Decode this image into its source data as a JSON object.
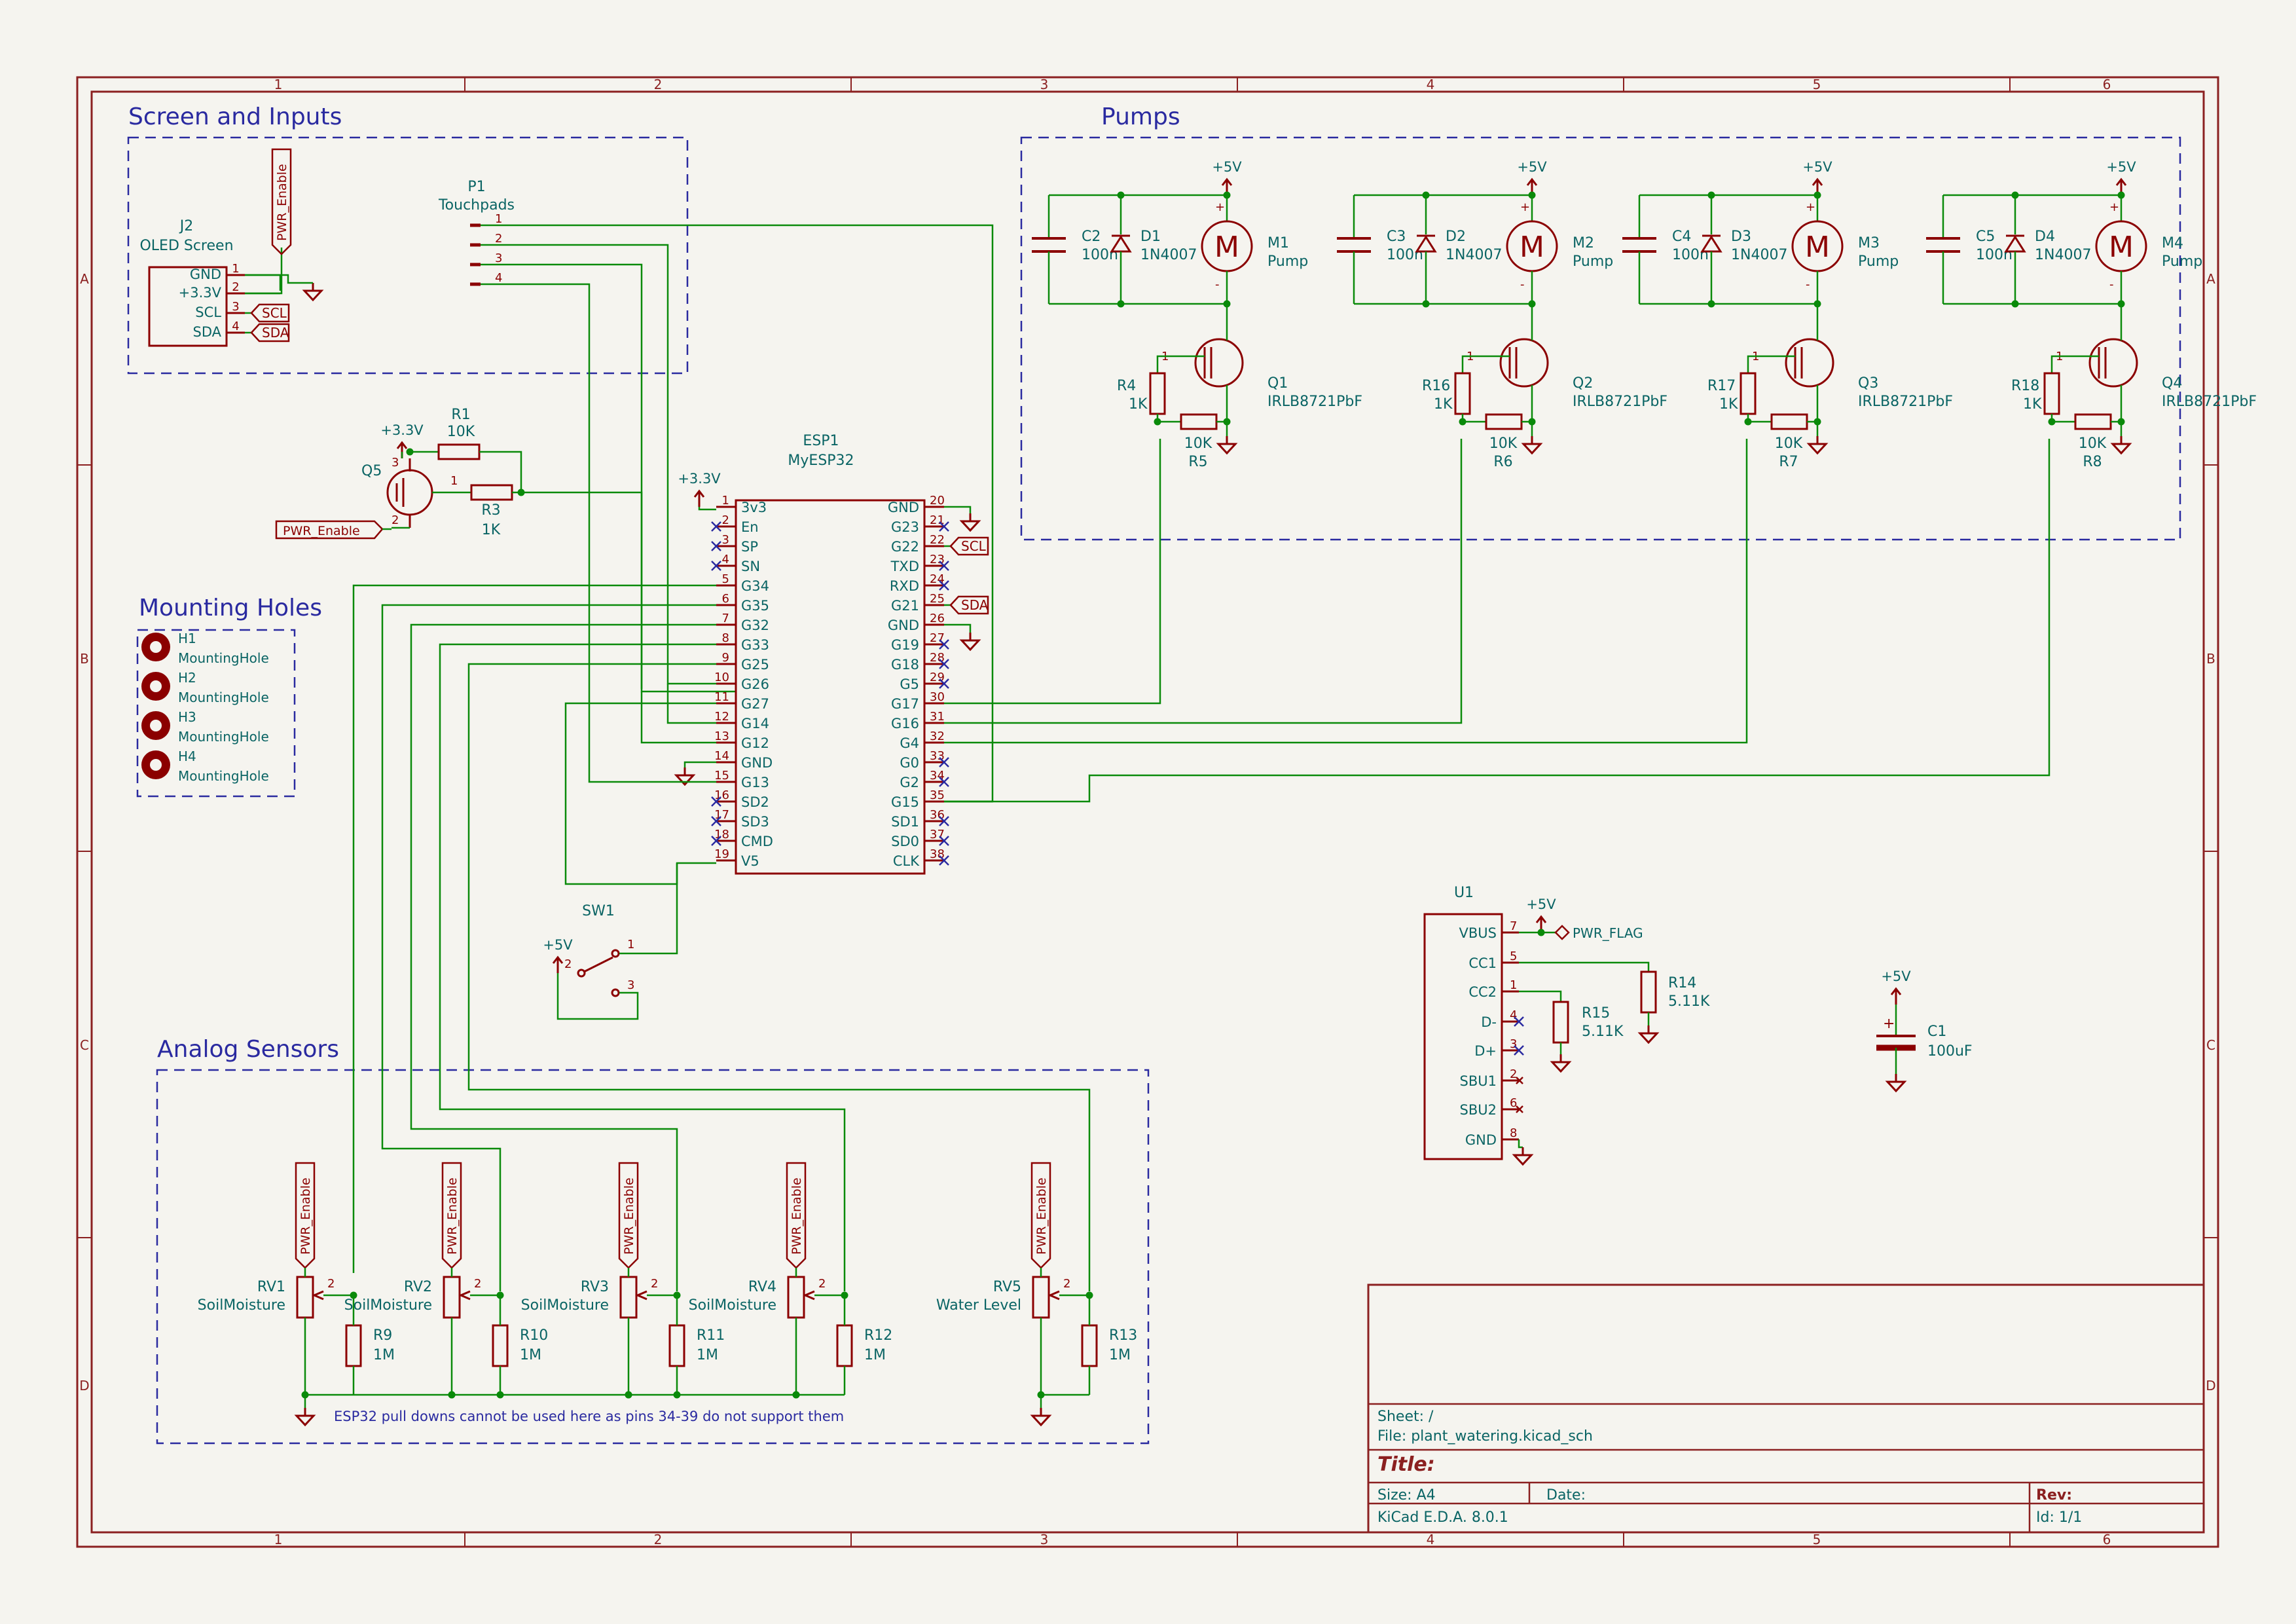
{
  "colors": {
    "background": "#f5f4ef",
    "border": "#8b2020",
    "wire": "#0a8a0a",
    "symbol": "#8b0000",
    "pin_text": "#8b0000",
    "text": "#0a6464",
    "net_label": "#8b0000",
    "group_border": "#2a2aa0",
    "no_connect": "#2a2aa0"
  },
  "frame": {
    "col_labels": [
      "1",
      "2",
      "3",
      "4",
      "5",
      "6"
    ],
    "row_labels": [
      "A",
      "B",
      "C",
      "D"
    ]
  },
  "groups": {
    "screen": "Screen and Inputs",
    "pumps": "Pumps",
    "mounting": "Mounting Holes",
    "analog": "Analog Sensors"
  },
  "notes": {
    "analog_note": "ESP32 pull downs cannot be used here as pins 34-39 do not support them"
  },
  "power": {
    "v33": "+3.3V",
    "v5": "+5V",
    "pwr_enable": "PWR_Enable",
    "pwr_flag": "PWR_FLAG"
  },
  "j2": {
    "ref": "J2",
    "value": "OLED Screen",
    "pins": [
      {
        "num": "1",
        "name": "GND"
      },
      {
        "num": "2",
        "name": "+3.3V"
      },
      {
        "num": "3",
        "name": "SCL"
      },
      {
        "num": "4",
        "name": "SDA"
      }
    ],
    "labels": [
      "SCL",
      "SDA"
    ]
  },
  "p1": {
    "ref": "P1",
    "value": "Touchpads",
    "pins": [
      "1",
      "2",
      "3",
      "4"
    ]
  },
  "q5": {
    "ref": "Q5",
    "pins": [
      "3",
      "1",
      "2"
    ]
  },
  "r1": {
    "ref": "R1",
    "value": "10K"
  },
  "r3": {
    "ref": "R3",
    "value": "1K"
  },
  "esp": {
    "ref": "ESP1",
    "value": "MyESP32",
    "left": [
      {
        "num": "1",
        "name": "3v3"
      },
      {
        "num": "2",
        "name": "En"
      },
      {
        "num": "3",
        "name": "SP"
      },
      {
        "num": "4",
        "name": "SN"
      },
      {
        "num": "5",
        "name": "G34"
      },
      {
        "num": "6",
        "name": "G35"
      },
      {
        "num": "7",
        "name": "G32"
      },
      {
        "num": "8",
        "name": "G33"
      },
      {
        "num": "9",
        "name": "G25"
      },
      {
        "num": "10",
        "name": "G26"
      },
      {
        "num": "11",
        "name": "G27"
      },
      {
        "num": "12",
        "name": "G14"
      },
      {
        "num": "13",
        "name": "G12"
      },
      {
        "num": "14",
        "name": "GND"
      },
      {
        "num": "15",
        "name": "G13"
      },
      {
        "num": "16",
        "name": "SD2"
      },
      {
        "num": "17",
        "name": "SD3"
      },
      {
        "num": "18",
        "name": "CMD"
      },
      {
        "num": "19",
        "name": "V5"
      }
    ],
    "right": [
      {
        "num": "20",
        "name": "GND"
      },
      {
        "num": "21",
        "name": "G23"
      },
      {
        "num": "22",
        "name": "G22"
      },
      {
        "num": "23",
        "name": "TXD"
      },
      {
        "num": "24",
        "name": "RXD"
      },
      {
        "num": "25",
        "name": "G21"
      },
      {
        "num": "26",
        "name": "GND"
      },
      {
        "num": "27",
        "name": "G19"
      },
      {
        "num": "28",
        "name": "G18"
      },
      {
        "num": "29",
        "name": "G5"
      },
      {
        "num": "30",
        "name": "G17"
      },
      {
        "num": "31",
        "name": "G16"
      },
      {
        "num": "32",
        "name": "G4"
      },
      {
        "num": "33",
        "name": "G0"
      },
      {
        "num": "34",
        "name": "G2"
      },
      {
        "num": "35",
        "name": "G15"
      },
      {
        "num": "36",
        "name": "SD1"
      },
      {
        "num": "37",
        "name": "SD0"
      },
      {
        "num": "38",
        "name": "CLK"
      }
    ],
    "labels": [
      "SCL",
      "SDA"
    ]
  },
  "sw1": {
    "ref": "SW1",
    "pins": [
      "1",
      "2",
      "3"
    ]
  },
  "mounting_holes": [
    {
      "ref": "H1",
      "value": "MountingHole"
    },
    {
      "ref": "H2",
      "value": "MountingHole"
    },
    {
      "ref": "H3",
      "value": "MountingHole"
    },
    {
      "ref": "H4",
      "value": "MountingHole"
    }
  ],
  "pumps": [
    {
      "cap": "C2",
      "cap_val": "100n",
      "diode": "D1",
      "diode_val": "1N4007",
      "motor": "M1",
      "motor_val": "Pump",
      "fet": "Q1",
      "fet_val": "IRLB8721PbF",
      "rg": "R4",
      "rg_val": "1K",
      "rpd": "R5",
      "rpd_val": "10K"
    },
    {
      "cap": "C3",
      "cap_val": "100n",
      "diode": "D2",
      "diode_val": "1N4007",
      "motor": "M2",
      "motor_val": "Pump",
      "fet": "Q2",
      "fet_val": "IRLB8721PbF",
      "rg": "R16",
      "rg_val": "1K",
      "rpd": "R6",
      "rpd_val": "10K"
    },
    {
      "cap": "C4",
      "cap_val": "100n",
      "diode": "D3",
      "diode_val": "1N4007",
      "motor": "M3",
      "motor_val": "Pump",
      "fet": "Q3",
      "fet_val": "IRLB8721PbF",
      "rg": "R17",
      "rg_val": "1K",
      "rpd": "R7",
      "rpd_val": "10K"
    },
    {
      "cap": "C5",
      "cap_val": "100n",
      "diode": "D4",
      "diode_val": "1N4007",
      "motor": "M4",
      "motor_val": "Pump",
      "fet": "Q4",
      "fet_val": "IRLB8721PbF",
      "rg": "R18",
      "rg_val": "1K",
      "rpd": "R8",
      "rpd_val": "10K"
    }
  ],
  "sensors": [
    {
      "ref": "RV1",
      "value": "SoilMoisture",
      "r": "R9",
      "r_val": "1M"
    },
    {
      "ref": "RV2",
      "value": "SoilMoisture",
      "r": "R10",
      "r_val": "1M"
    },
    {
      "ref": "RV3",
      "value": "SoilMoisture",
      "r": "R11",
      "r_val": "1M"
    },
    {
      "ref": "RV4",
      "value": "SoilMoisture",
      "r": "R12",
      "r_val": "1M"
    },
    {
      "ref": "RV5",
      "value": "Water Level",
      "r": "R13",
      "r_val": "1M"
    }
  ],
  "u1": {
    "ref": "U1",
    "pins": [
      {
        "num": "7",
        "name": "VBUS"
      },
      {
        "num": "5",
        "name": "CC1"
      },
      {
        "num": "1",
        "name": "CC2"
      },
      {
        "num": "4",
        "name": "D-"
      },
      {
        "num": "3",
        "name": "D+"
      },
      {
        "num": "2",
        "name": "SBU1"
      },
      {
        "num": "6",
        "name": "SBU2"
      },
      {
        "num": "8",
        "name": "GND"
      }
    ]
  },
  "r14": {
    "ref": "R14",
    "value": "5.11K"
  },
  "r15": {
    "ref": "R15",
    "value": "5.11K"
  },
  "c1": {
    "ref": "C1",
    "value": "100uF"
  },
  "title_block": {
    "sheet": "Sheet: /",
    "file": "File: plant_watering.kicad_sch",
    "title": "Title:",
    "size": "Size: A4",
    "date": "Date:",
    "rev": "Rev:",
    "kicad": "KiCad E.D.A. 8.0.1",
    "id": "Id: 1/1"
  }
}
